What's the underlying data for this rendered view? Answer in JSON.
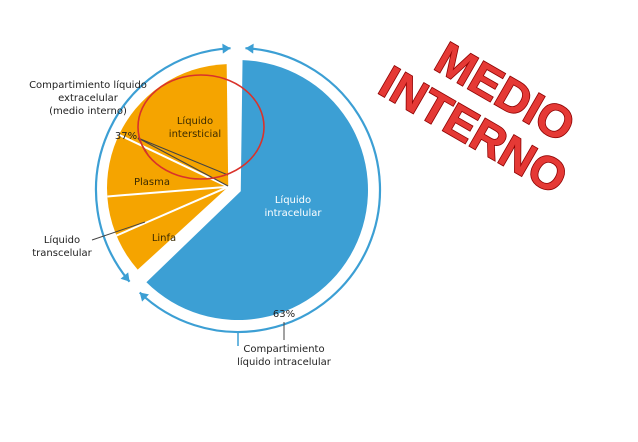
{
  "chart_data": {
    "type": "pie",
    "slices": [
      {
        "label": "Compartimiento líquido intracelular",
        "value": 63,
        "color": "#3c9fd4"
      },
      {
        "label": "Compartimiento líquido extracelular (medio interno)",
        "value": 37,
        "color": "#f5a400"
      }
    ],
    "extracellular_parts": [
      "Líquido intersticial",
      "Plasma",
      "Linfa",
      "Líquido transcelular"
    ],
    "percent_labels": {
      "extracellular": "37%",
      "intracellular": "63%"
    },
    "inner_labels": {
      "intracellular_line1": "Líquido",
      "intracellular_line2": "intracelular"
    },
    "callouts": {
      "extra_line1": "Compartimiento líquido",
      "extra_line2": "extracelular",
      "extra_line3": "(medio interno)",
      "intersticial_line1": "Líquido",
      "intersticial_line2": "intersticial",
      "plasma": "Plasma",
      "linfa": "Linfa",
      "transcelular_line1": "Líquido",
      "transcelular_line2": "transcelular",
      "intra_line1": "Compartimiento",
      "intra_line2": "líquido intracelular"
    },
    "ring_color": "#3c9fd4",
    "highlight_circle_color": "#d9322b"
  },
  "title_overlay": {
    "line1": "MEDIO",
    "line2": "INTERNO",
    "color": "#e53935"
  }
}
